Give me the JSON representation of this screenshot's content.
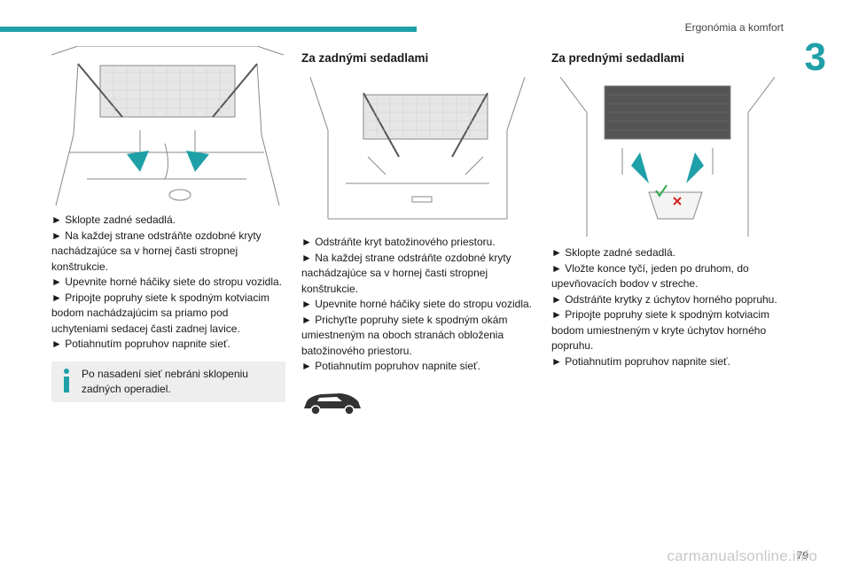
{
  "header": {
    "title": "Ergonómia a komfort",
    "chapter": "3"
  },
  "columns": [
    {
      "title": "",
      "steps": [
        "► Sklopte zadné sedadlá.",
        "► Na každej strane odstráňte ozdobné kryty nachádzajúce sa v hornej časti stropnej konštrukcie.",
        "► Upevnite horné háčiky siete do stropu vozidla.",
        "► Pripojte popruhy siete k spodným kotviacim bodom nachádzajúcim sa priamo pod uchyteniami sedacej časti zadnej lavice.",
        "► Potiahnutím popruhov napnite sieť."
      ],
      "note": "Po nasadení sieť nebráni sklopeniu zadných operadiel."
    },
    {
      "title": "Za zadnými sedadlami",
      "steps": [
        "► Odstráňte kryt batožinového priestoru.",
        "► Na každej strane odstráňte ozdobné kryty nachádzajúce sa v hornej časti stropnej konštrukcie.",
        "► Upevnite horné háčiky siete do stropu vozidla.",
        "► Prichyťte popruhy siete k spodným okám umiestneným na oboch stranách obloženia batožinového priestoru.",
        "► Potiahnutím popruhov napnite sieť."
      ]
    },
    {
      "title": "Za prednými sedadlami",
      "steps": [
        "► Sklopte zadné sedadlá.",
        "► Vložte konce tyčí, jeden po druhom, do upevňovacích bodov v streche.",
        "► Odstráňte krytky z úchytov horného popruhu.",
        "► Pripojte popruhy siete k spodným kotviacim bodom umiestneným v kryte úchytov horného popruhu.",
        "► Potiahnutím popruhov napnite sieť."
      ]
    }
  ],
  "footer": {
    "page": "79",
    "watermark": "carmanualsonline.info"
  },
  "colors": {
    "accent": "#1fa0a8",
    "note_bg": "#eeeeee"
  },
  "icons": [
    "info-icon",
    "car-icon"
  ]
}
